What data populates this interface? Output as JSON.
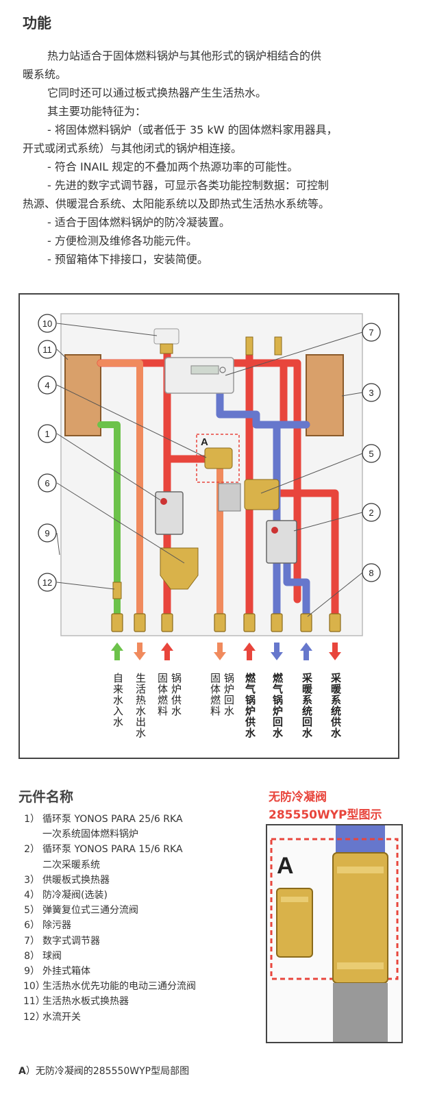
{
  "title": "功能",
  "intro": {
    "lines": [
      "热力站适合于固体燃料锅炉与其他形式的锅炉相结合的供",
      "暖系统。",
      "它同时还可以通过板式换热器产生生活热水。",
      "其主要功能特征为：",
      "- 将固体燃料锅炉（或者低于 35 kW 的固体燃料家用器具，",
      "开式或闭式系统）与其他闭式的锅炉相连接。",
      "- 符合 INAIL 规定的不叠加两个热源功率的可能性。",
      "- 先进的数字式调节器，可显示各类功能控制数据：可控制",
      "热源、供暖混合系统、太阳能系统以及即热式生活热水系统等。",
      "- 适合于固体燃料锅炉的防冷凝装置。",
      "- 方便检测及维修各功能元件。",
      "- 预留箱体下排接口，安装简便。"
    ]
  },
  "diagram": {
    "callouts": [
      "10",
      "11",
      "4",
      "1",
      "6",
      "9",
      "12",
      "7",
      "3",
      "5",
      "2",
      "8"
    ],
    "detail_marker": "A",
    "ports": [
      {
        "label1": "自来水入水",
        "label2": "",
        "color": "#6cc24a",
        "dir": "up",
        "bold": false
      },
      {
        "label1": "生活热水出水",
        "label2": "",
        "color": "#f08a5d",
        "dir": "down",
        "bold": false
      },
      {
        "label1": "固体燃料",
        "label2": "锅炉供水",
        "color": "#e8453c",
        "dir": "up",
        "bold": false
      },
      {
        "label1": "固体燃料",
        "label2": "锅炉回水",
        "color": "#f08a5d",
        "dir": "down",
        "bold": false
      },
      {
        "label1": "燃气锅炉供水",
        "label2": "",
        "color": "#e8453c",
        "dir": "up",
        "bold": true
      },
      {
        "label1": "燃气锅炉回水",
        "label2": "",
        "color": "#6677cc",
        "dir": "down",
        "bold": true
      },
      {
        "label1": "采暖系统回水",
        "label2": "",
        "color": "#6677cc",
        "dir": "up",
        "bold": true
      },
      {
        "label1": "采暖系统供水",
        "label2": "",
        "color": "#e8453c",
        "dir": "down",
        "bold": true
      }
    ]
  },
  "components": {
    "title": "元件名称",
    "items": [
      {
        "num": "1）",
        "text": "循环泵 YONOS PARA  25/6 RKA",
        "sub": "一次系统固体燃料锅炉"
      },
      {
        "num": "2）",
        "text": "循环泵 YONOS PARA  15/6 RKA",
        "sub": "二次采暖系统"
      },
      {
        "num": "3）",
        "text": "供暖板式换热器",
        "sub": ""
      },
      {
        "num": "4）",
        "text": "防冷凝阀(选装)",
        "sub": ""
      },
      {
        "num": "5）",
        "text": "弹簧复位式三通分流阀",
        "sub": ""
      },
      {
        "num": "6）",
        "text": "除污器",
        "sub": ""
      },
      {
        "num": "7）",
        "text": "数字式调节器",
        "sub": ""
      },
      {
        "num": "8）",
        "text": "球阀",
        "sub": ""
      },
      {
        "num": "9）",
        "text": "外挂式箱体",
        "sub": ""
      },
      {
        "num": "10）",
        "text": "生活热水优先功能的电动三通分流阀",
        "sub": ""
      },
      {
        "num": "11）",
        "text": "生活热水板式换热器",
        "sub": ""
      },
      {
        "num": "12）",
        "text": "水流开关",
        "sub": ""
      }
    ]
  },
  "detail": {
    "title_line1": "无防冷凝阀",
    "title_line2": "285550WYP型图示",
    "marker": "A"
  },
  "caption": {
    "prefix": "A",
    "text": "）无防冷凝阀的285550WYP型局部图"
  },
  "colors": {
    "red": "#e8453c",
    "blue": "#6677cc",
    "orange": "#f08a5d",
    "green": "#6cc24a",
    "brass": "#d9b24a",
    "exchanger": "#d9a06a"
  }
}
